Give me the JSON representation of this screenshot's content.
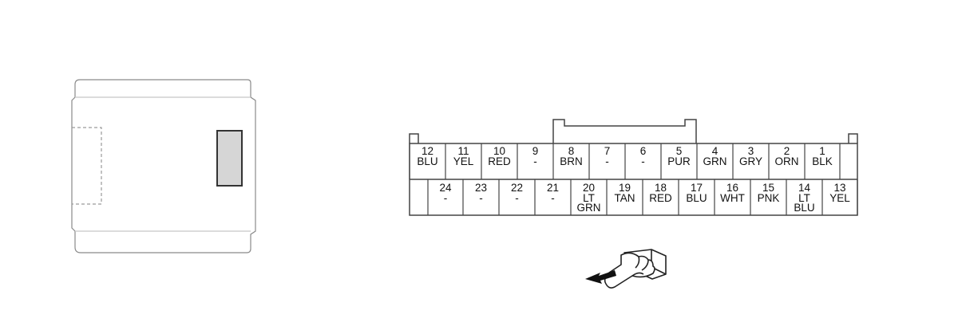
{
  "connector": {
    "top_row": [
      {
        "pin": "12",
        "wire": "BLU"
      },
      {
        "pin": "11",
        "wire": "YEL"
      },
      {
        "pin": "10",
        "wire": "RED"
      },
      {
        "pin": "9",
        "wire": "-"
      },
      {
        "pin": "8",
        "wire": "BRN"
      },
      {
        "pin": "7",
        "wire": "-"
      },
      {
        "pin": "6",
        "wire": "-"
      },
      {
        "pin": "5",
        "wire": "PUR"
      },
      {
        "pin": "4",
        "wire": "GRN"
      },
      {
        "pin": "3",
        "wire": "GRY"
      },
      {
        "pin": "2",
        "wire": "ORN"
      },
      {
        "pin": "1",
        "wire": "BLK"
      }
    ],
    "bottom_row": [
      {
        "pin": "24",
        "wire": "-"
      },
      {
        "pin": "23",
        "wire": "-"
      },
      {
        "pin": "22",
        "wire": "-"
      },
      {
        "pin": "21",
        "wire": "-"
      },
      {
        "pin": "20",
        "wire": "LT\nGRN"
      },
      {
        "pin": "19",
        "wire": "TAN"
      },
      {
        "pin": "18",
        "wire": "RED"
      },
      {
        "pin": "17",
        "wire": "BLU"
      },
      {
        "pin": "16",
        "wire": "WHT"
      },
      {
        "pin": "15",
        "wire": "PNK"
      },
      {
        "pin": "14",
        "wire": "LT\nBLU"
      },
      {
        "pin": "13",
        "wire": "YEL"
      }
    ]
  },
  "icons": {
    "module": "control-module-outline",
    "hand": "hand-pointing-connector-icon",
    "arrow": "arrow-right-icon"
  }
}
